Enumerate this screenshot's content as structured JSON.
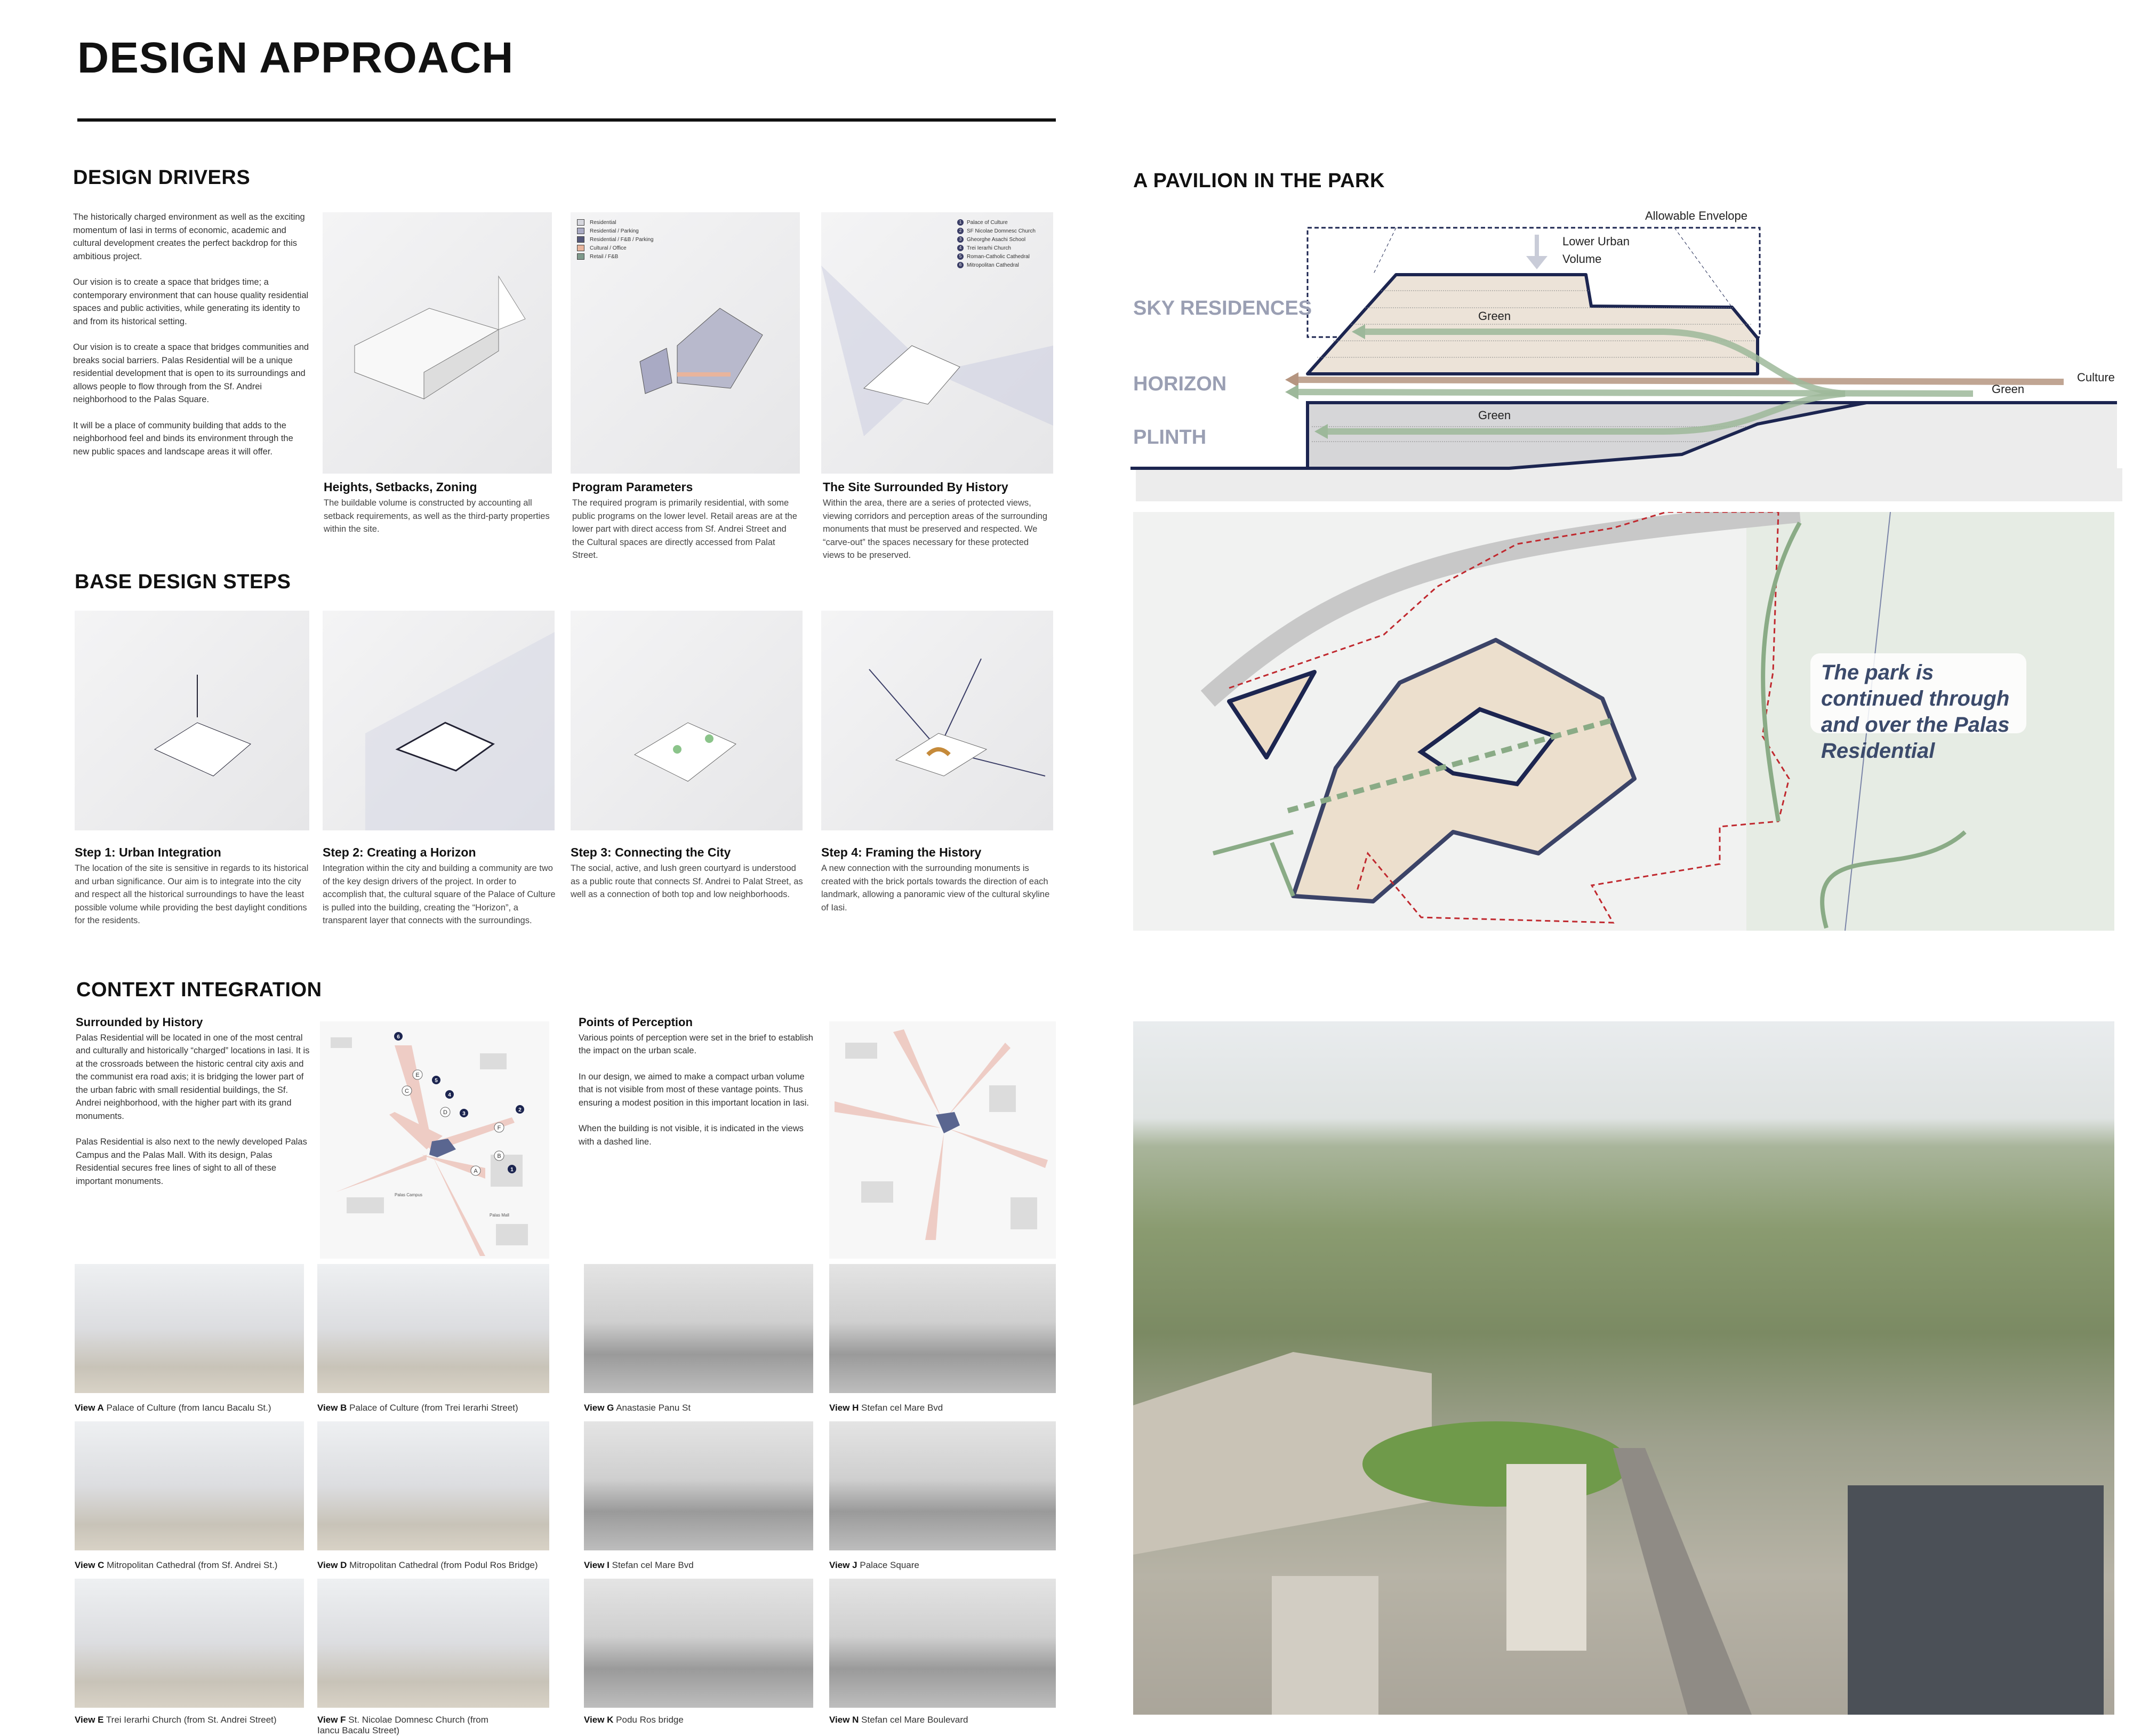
{
  "header": {
    "title": "DESIGN APPROACH"
  },
  "drivers": {
    "heading": "DESIGN DRIVERS",
    "paragraphs": [
      "The historically charged environment as well as the exciting momentum of Iasi in terms of economic, academic and cultural development creates the perfect backdrop for this ambitious project.",
      "Our vision is to create a space that bridges time; a contemporary environment that can house quality residential spaces and public activities, while generating its identity to and from its historical setting.",
      "Our vision is to create a space that bridges communities and breaks social barriers. Palas Residential will be a unique residential development that is open to its surroundings and allows people to flow through from the Sf. Andrei neighborhood to the Palas Square.",
      "It will be a place of community building that adds to the neighborhood feel and binds its environment through the new public spaces and landscape areas it will offer."
    ],
    "panels": [
      {
        "title": "Heights, Setbacks, Zoning",
        "text": "The buildable volume is constructed by accounting all setback requirements, as well as the third-party properties within the site."
      },
      {
        "title": "Program Parameters",
        "text": "The required program is primarily residential, with some public programs on the lower level. Retail areas are at the lower part with direct access from Sf. Andrei Street and the Cultural spaces are directly accessed from Palat Street."
      },
      {
        "title": "The Site Surrounded By History",
        "text": "Within the area, there are a series of protected views, viewing corridors and perception areas of the surrounding monuments that must be preserved and respected. We “carve-out” the spaces necessary for these protected views to be preserved."
      }
    ],
    "program_legend": [
      {
        "label": "Residential",
        "color": "#d6d7de"
      },
      {
        "label": "Residential / Parking",
        "color": "#a9aac4"
      },
      {
        "label": "Residential / F&B / Parking",
        "color": "#55587a"
      },
      {
        "label": "Cultural / Office",
        "color": "#e8b49c"
      },
      {
        "label": "Retail / F&B",
        "color": "#7f9a8c"
      }
    ],
    "monuments_legend": [
      {
        "num": "1",
        "label": "Palace of Culture"
      },
      {
        "num": "2",
        "label": "SF Nicolae Domnesc Church"
      },
      {
        "num": "3",
        "label": "Gheorghe Asachi School"
      },
      {
        "num": "4",
        "label": "Trei Ierarhi Church"
      },
      {
        "num": "5",
        "label": "Roman-Catholic Cathedral"
      },
      {
        "num": "6",
        "label": "Mitropolitan Cathedral"
      }
    ]
  },
  "steps": {
    "heading": "BASE DESIGN STEPS",
    "items": [
      {
        "title": "Step 1: Urban Integration",
        "text": "The location of the site is sensitive in regards to its historical and urban significance. Our aim is to integrate into the city and respect all the historical surroundings to have the least possible volume while providing the best daylight conditions for the residents."
      },
      {
        "title": "Step 2: Creating a Horizon",
        "text": "Integration within the city and building a community are two of the key design drivers of the project. In order to accomplish that, the cultural square of the Palace of Culture is pulled into the building, creating the “Horizon”, a transparent layer that connects with the surroundings."
      },
      {
        "title": "Step 3: Connecting the City",
        "text": "The social, active, and lush green courtyard is understood as a public route that connects Sf. Andrei to Palat Street, as well as a connection of both top and low neighborhoods."
      },
      {
        "title": "Step 4: Framing the History",
        "text": "A new connection with the surrounding monuments is created with the brick portals towards the direction of each landmark, allowing a panoramic view of the cultural skyline of Iasi."
      }
    ]
  },
  "context": {
    "heading": "CONTEXT INTEGRATION",
    "history": {
      "title": "Surrounded by History",
      "paragraphs": [
        "Palas Residential will be located in one of the most central and culturally and historically “charged” locations in Iasi. It is at the crossroads between the historic central city axis and the communist era road axis; it is bridging the lower part of the urban fabric with small residential buildings, the Sf. Andrei neighborhood,  with the higher part with its grand monuments.",
        "Palas Residential is also next to the newly developed Palas Campus and the Palas Mall. With its design, Palas Residential secures free lines of sight to all of these important monuments."
      ]
    },
    "perception": {
      "title": "Points of Perception",
      "paragraphs": [
        "Various points of perception were set in the brief to establish the impact on the urban scale.",
        "In our design, we aimed to make a compact urban volume that is not visible from most of these vantage points. Thus ensuring a modest position in this important location in Iasi.",
        "When the building is not visible, it is indicated in the views with a dashed line."
      ]
    },
    "map_labels": {
      "campus": "Palas Campus",
      "mall": "Palas Mall",
      "views": [
        "A",
        "B",
        "C",
        "D",
        "E",
        "F"
      ],
      "monuments": [
        "1",
        "2",
        "3",
        "4",
        "5",
        "6"
      ]
    },
    "views": [
      {
        "id": "View A",
        "desc": "Palace of Culture (from Iancu Bacalu St.)"
      },
      {
        "id": "View B",
        "desc": "Palace of Culture (from Trei Ierarhi Street)"
      },
      {
        "id": "View G",
        "desc": "Anastasie Panu St"
      },
      {
        "id": "View H",
        "desc": "Stefan cel Mare Bvd"
      },
      {
        "id": "View C",
        "desc": "Mitropolitan Cathedral (from Sf. Andrei St.)"
      },
      {
        "id": "View D",
        "desc": "Mitropolitan Cathedral (from Podul Ros Bridge)"
      },
      {
        "id": "View I",
        "desc": "Stefan cel Mare Bvd"
      },
      {
        "id": "View J",
        "desc": "Palace Square"
      },
      {
        "id": "View E",
        "desc": "Trei Ierarhi Church (from St. Andrei Street)"
      },
      {
        "id": "View F",
        "desc": "St. Nicolae Domnesc Church (from Iancu Bacalu Street)"
      },
      {
        "id": "View K",
        "desc": "Podu Ros bridge"
      },
      {
        "id": "View N",
        "desc": "Stefan cel Mare Boulevard"
      }
    ]
  },
  "pavilion": {
    "heading": "A PAVILION IN THE PARK",
    "levels": {
      "sky": "SKY RESIDENCES",
      "horizon": "HORIZON",
      "plinth": "PLINTH"
    },
    "labels": {
      "envelope": "Allowable Envelope",
      "lower1": "Lower Urban",
      "lower2": "Volume",
      "green_sky": "Green",
      "green_plinth": "Green",
      "culture": "Culture",
      "green_horizon": "Green"
    },
    "callout": "The park is continued through and over the Palas Residential"
  },
  "colors": {
    "navy": "#1c2550",
    "level_gray": "#9a9fb3",
    "beige": "#ece3d8",
    "green": "#9db89a",
    "culture": "#b59580",
    "red": "#c0282e"
  }
}
